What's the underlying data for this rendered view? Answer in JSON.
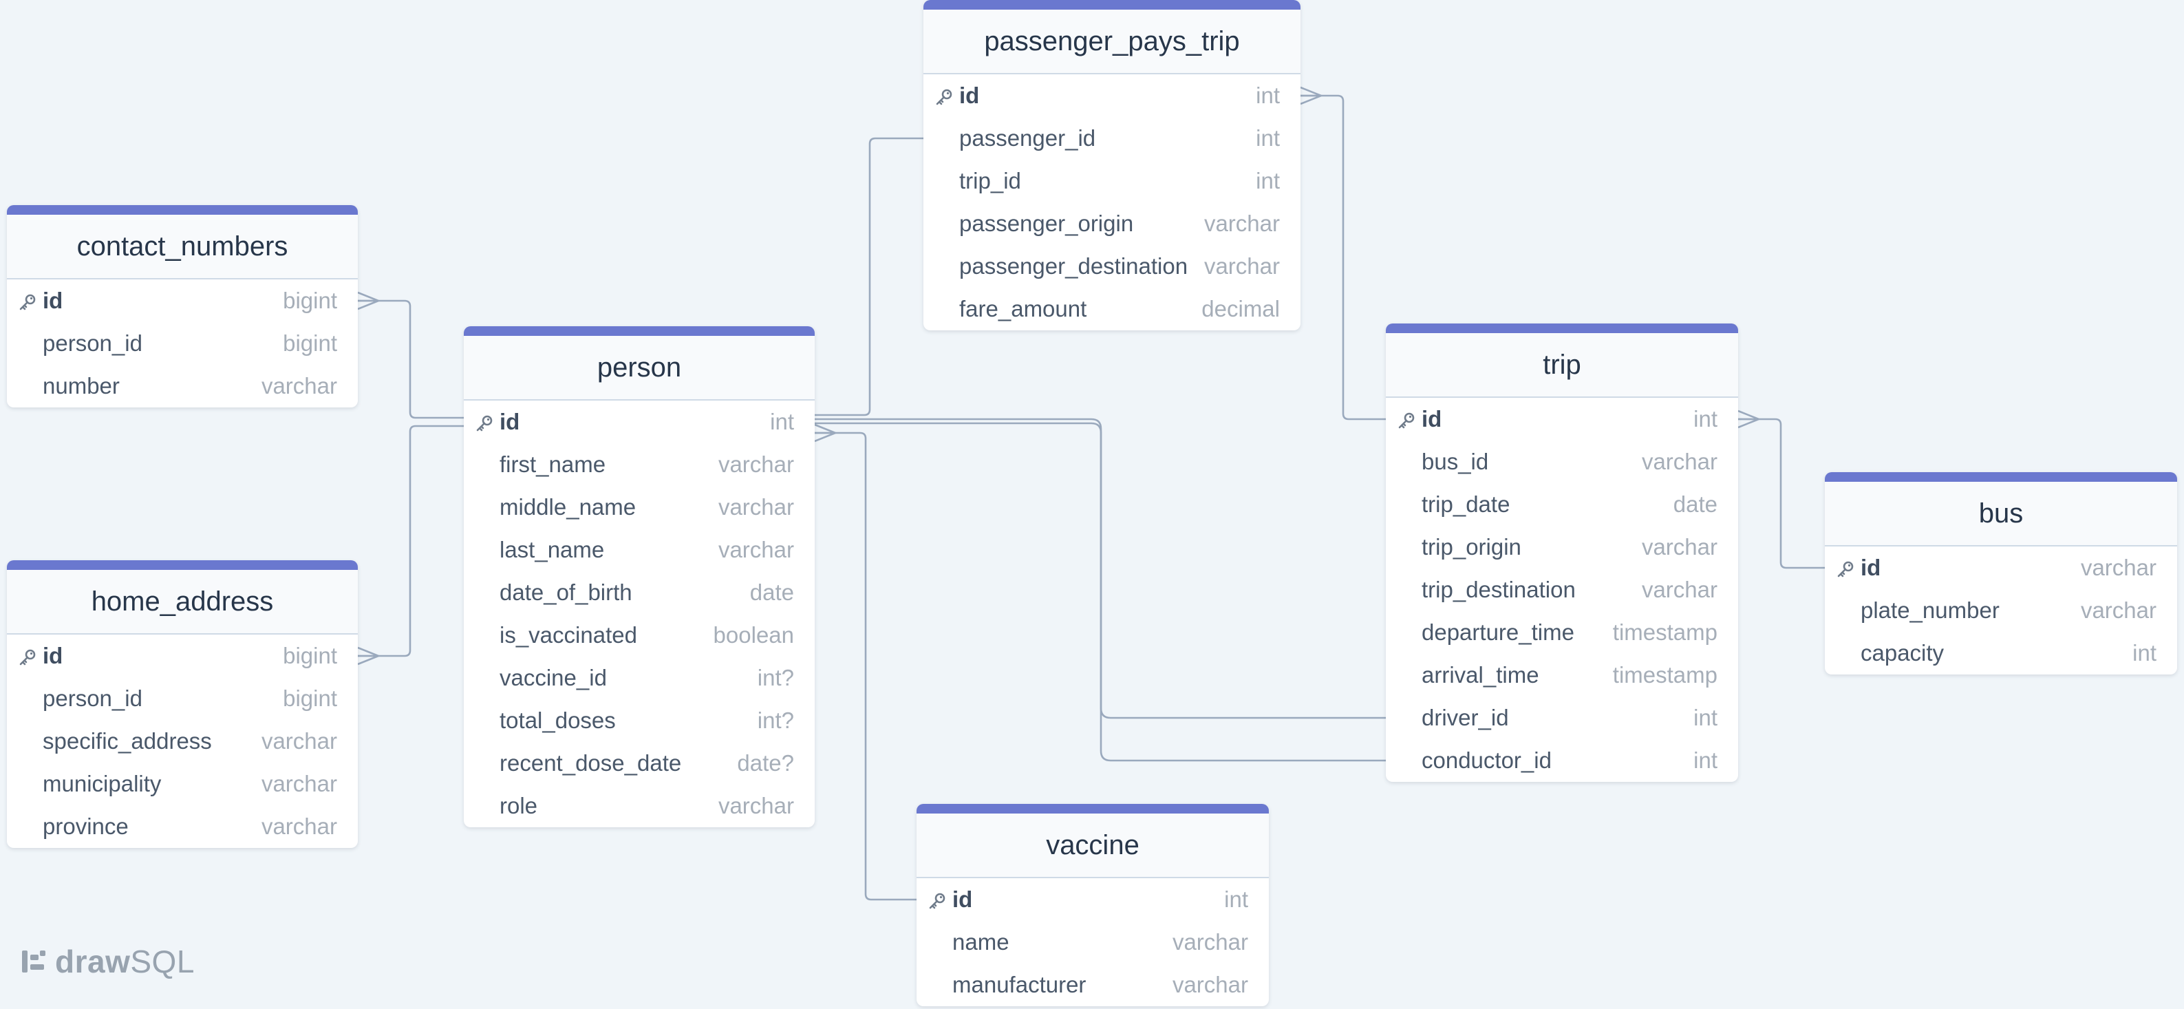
{
  "brand": {
    "name_bold": "draw",
    "name_regular": "SQL"
  },
  "colors": {
    "header_bar": "#6a78cf",
    "connector": "#9aa9bd",
    "background": "#f0f5f9"
  },
  "tables": [
    {
      "id": "contact_numbers",
      "name": "contact_numbers",
      "columns": [
        {
          "name": "id",
          "type": "bigint",
          "pk": true
        },
        {
          "name": "person_id",
          "type": "bigint"
        },
        {
          "name": "number",
          "type": "varchar"
        }
      ]
    },
    {
      "id": "home_address",
      "name": "home_address",
      "columns": [
        {
          "name": "id",
          "type": "bigint",
          "pk": true
        },
        {
          "name": "person_id",
          "type": "bigint"
        },
        {
          "name": "specific_address",
          "type": "varchar"
        },
        {
          "name": "municipality",
          "type": "varchar"
        },
        {
          "name": "province",
          "type": "varchar"
        }
      ]
    },
    {
      "id": "person",
      "name": "person",
      "columns": [
        {
          "name": "id",
          "type": "int",
          "pk": true
        },
        {
          "name": "first_name",
          "type": "varchar"
        },
        {
          "name": "middle_name",
          "type": "varchar"
        },
        {
          "name": "last_name",
          "type": "varchar"
        },
        {
          "name": "date_of_birth",
          "type": "date"
        },
        {
          "name": "is_vaccinated",
          "type": "boolean"
        },
        {
          "name": "vaccine_id",
          "type": "int?"
        },
        {
          "name": "total_doses",
          "type": "int?"
        },
        {
          "name": "recent_dose_date",
          "type": "date?"
        },
        {
          "name": "role",
          "type": "varchar"
        }
      ]
    },
    {
      "id": "passenger_pays_trip",
      "name": "passenger_pays_trip",
      "columns": [
        {
          "name": "id",
          "type": "int",
          "pk": true
        },
        {
          "name": "passenger_id",
          "type": "int"
        },
        {
          "name": "trip_id",
          "type": "int"
        },
        {
          "name": "passenger_origin",
          "type": "varchar"
        },
        {
          "name": "passenger_destination",
          "type": "varchar"
        },
        {
          "name": "fare_amount",
          "type": "decimal"
        }
      ]
    },
    {
      "id": "trip",
      "name": "trip",
      "columns": [
        {
          "name": "id",
          "type": "int",
          "pk": true
        },
        {
          "name": "bus_id",
          "type": "varchar"
        },
        {
          "name": "trip_date",
          "type": "date"
        },
        {
          "name": "trip_origin",
          "type": "varchar"
        },
        {
          "name": "trip_destination",
          "type": "varchar"
        },
        {
          "name": "departure_time",
          "type": "timestamp"
        },
        {
          "name": "arrival_time",
          "type": "timestamp"
        },
        {
          "name": "driver_id",
          "type": "int"
        },
        {
          "name": "conductor_id",
          "type": "int"
        }
      ]
    },
    {
      "id": "bus",
      "name": "bus",
      "columns": [
        {
          "name": "id",
          "type": "varchar",
          "pk": true
        },
        {
          "name": "plate_number",
          "type": "varchar"
        },
        {
          "name": "capacity",
          "type": "int"
        }
      ]
    },
    {
      "id": "vaccine",
      "name": "vaccine",
      "columns": [
        {
          "name": "id",
          "type": "int",
          "pk": true
        },
        {
          "name": "name",
          "type": "varchar"
        },
        {
          "name": "manufacturer",
          "type": "varchar"
        }
      ]
    }
  ],
  "relationships": [
    {
      "from": "contact_numbers.person_id",
      "to": "person.id",
      "cardinality": "many-to-one"
    },
    {
      "from": "home_address.person_id",
      "to": "person.id",
      "cardinality": "many-to-one"
    },
    {
      "from": "passenger_pays_trip.passenger_id",
      "to": "person.id",
      "cardinality": "many-to-one"
    },
    {
      "from": "passenger_pays_trip.trip_id",
      "to": "trip.id",
      "cardinality": "many-to-one"
    },
    {
      "from": "trip.bus_id",
      "to": "bus.id",
      "cardinality": "many-to-one"
    },
    {
      "from": "trip.driver_id",
      "to": "person.id",
      "cardinality": "many-to-one"
    },
    {
      "from": "trip.conductor_id",
      "to": "person.id",
      "cardinality": "many-to-one"
    },
    {
      "from": "person.vaccine_id",
      "to": "vaccine.id",
      "cardinality": "many-to-one"
    }
  ]
}
